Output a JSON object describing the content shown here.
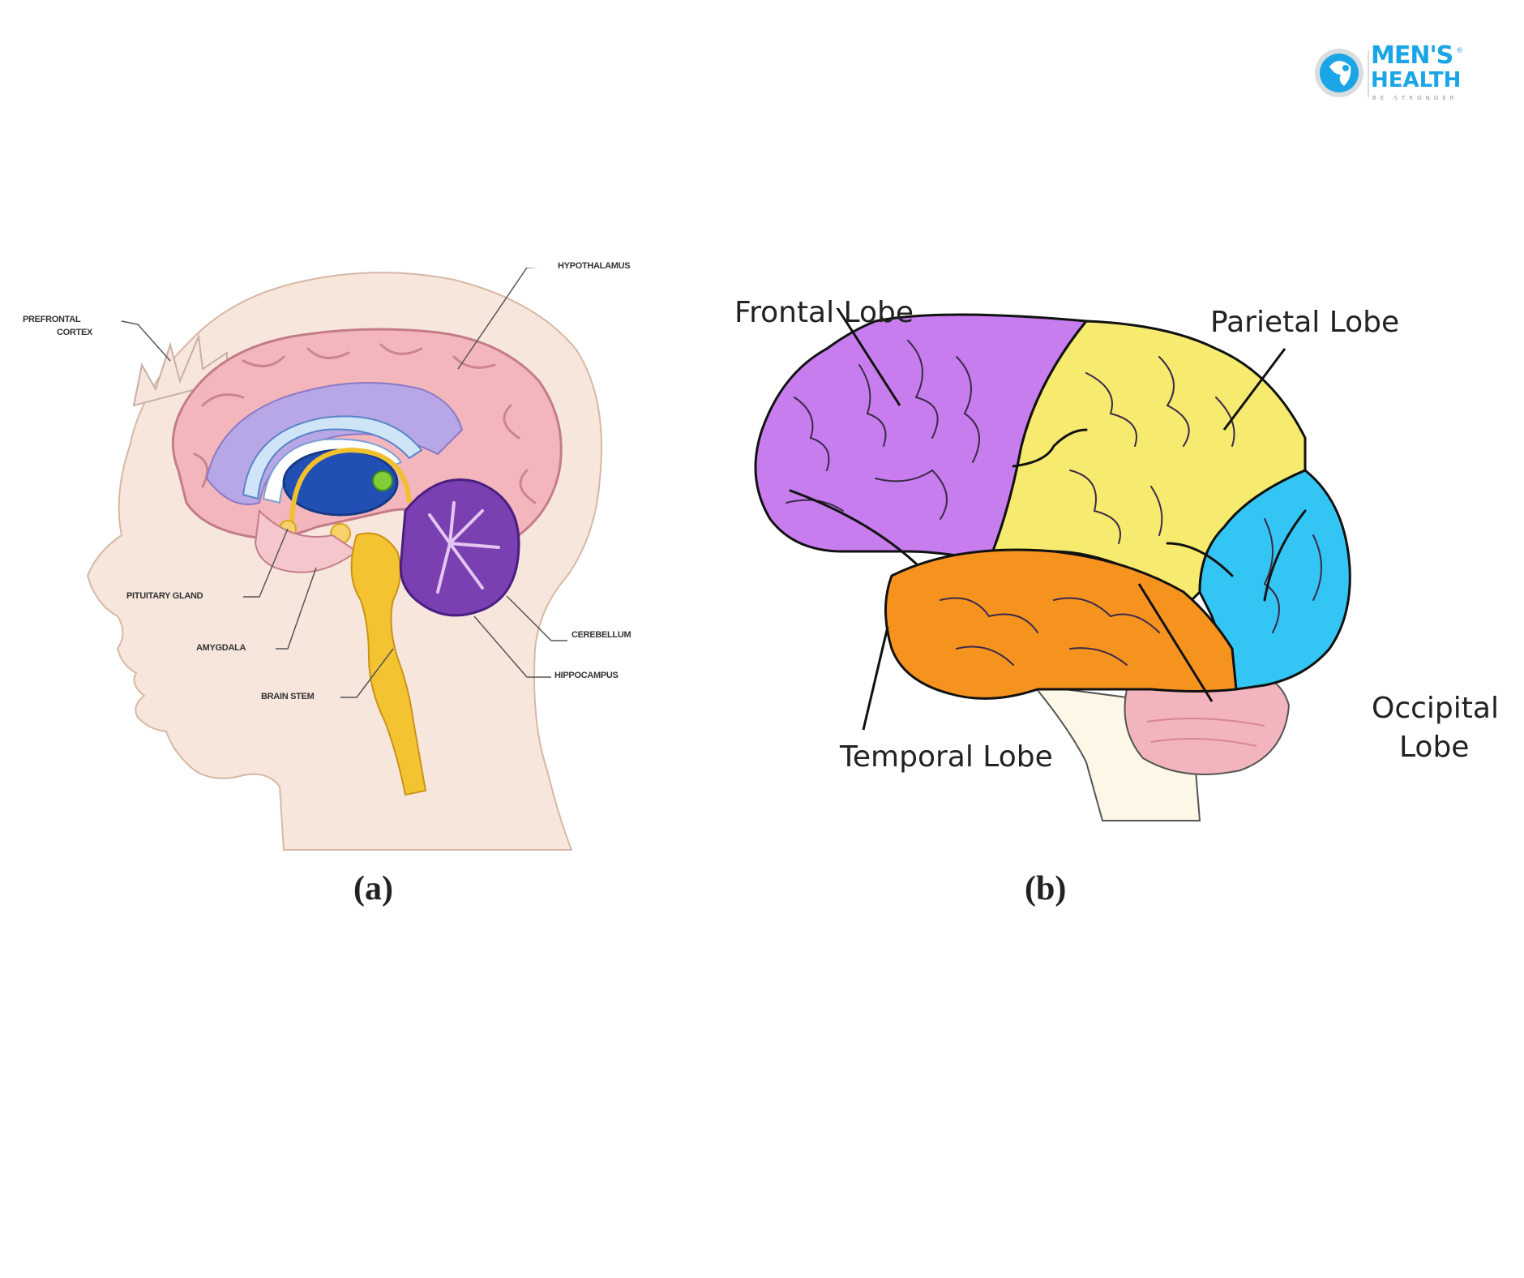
{
  "logo": {
    "line1": "MEN'S",
    "line2": "HEALTH",
    "tagline": "BE STRONGER",
    "registered": "®",
    "color": "#1aa6e6"
  },
  "panel_a": {
    "caption": "(a)",
    "labels": {
      "prefrontal_1": "PREFRONTAL",
      "prefrontal_2": "CORTEX",
      "hypothalamus": "HYPOTHALAMUS",
      "pituitary": "PITUITARY GLAND",
      "amygdala": "AMYGDALA",
      "brain_stem": "BRAIN STEM",
      "cerebellum": "CEREBELLUM",
      "hippocampus": "HIPPOCAMPUS"
    }
  },
  "panel_b": {
    "caption": "(b)",
    "labels": {
      "frontal": "Frontal Lobe",
      "parietal": "Parietal Lobe",
      "temporal": "Temporal Lobe",
      "occipital_1": "Occipital",
      "occipital_2": "Lobe"
    },
    "colors": {
      "frontal": "#c77dee",
      "parietal": "#f6ea6f",
      "temporal": "#f6931f",
      "occipital": "#33c5f3",
      "cerebellum": "#f2b4bd"
    }
  }
}
